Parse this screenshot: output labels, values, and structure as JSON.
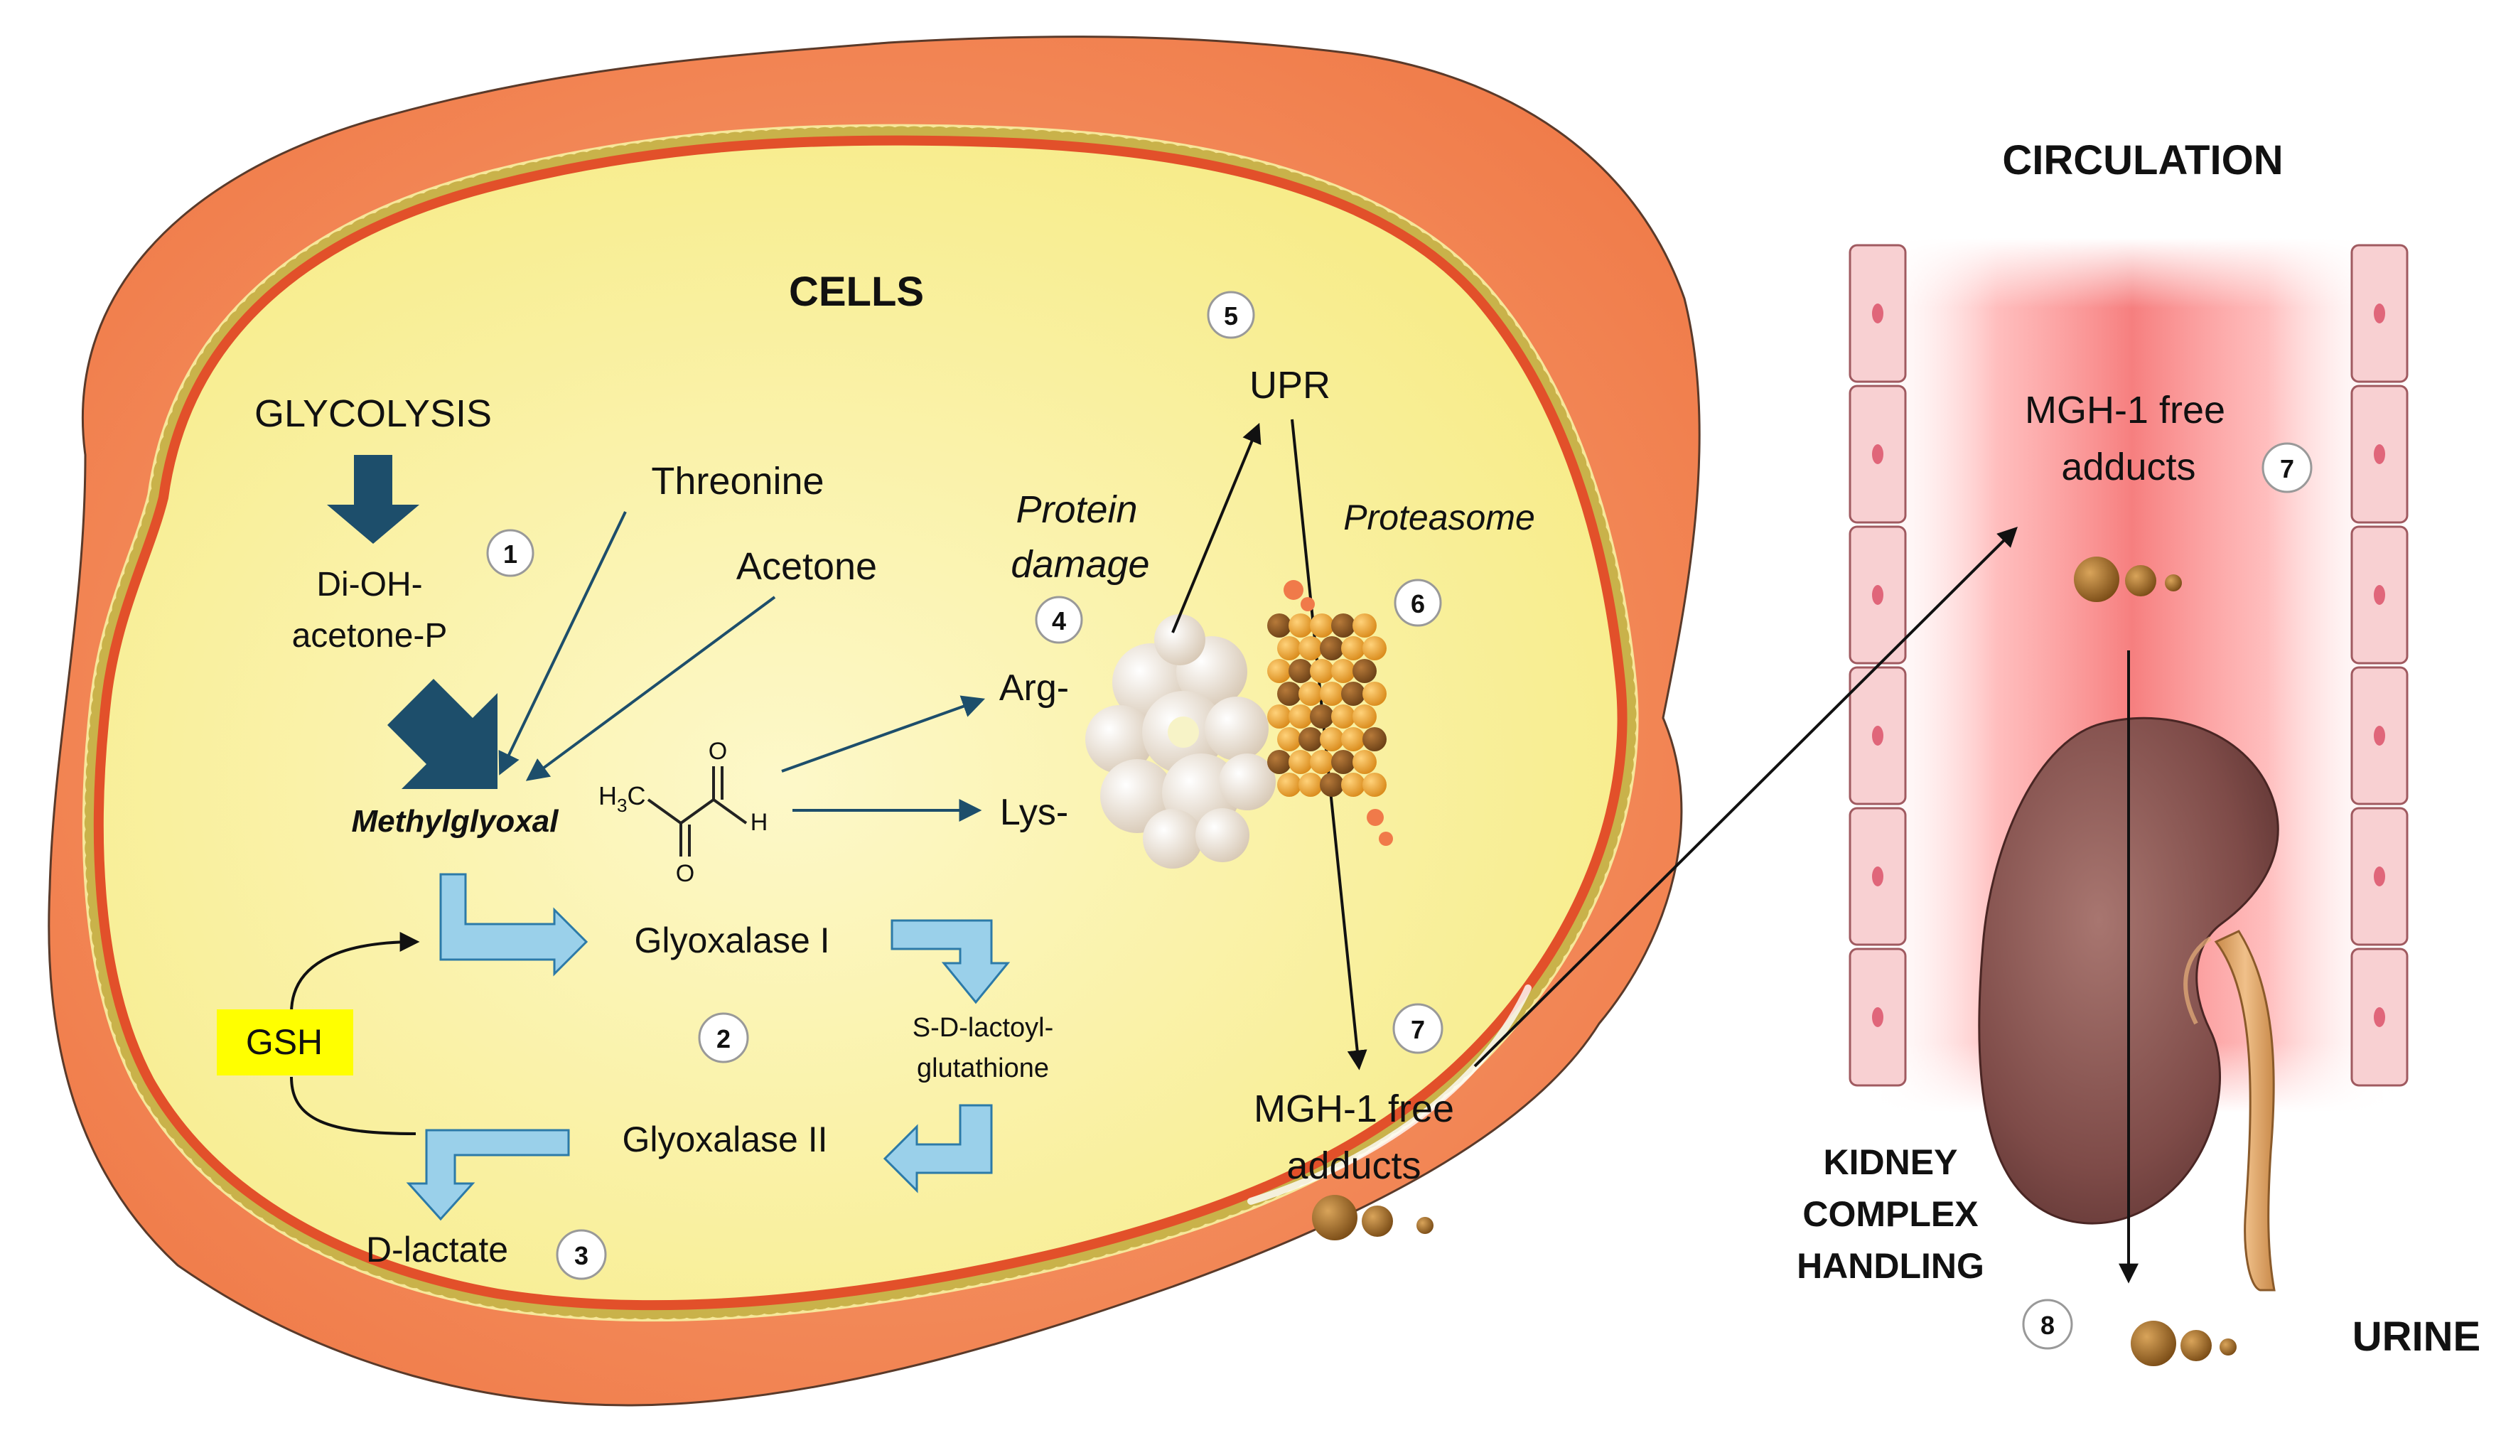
{
  "colors": {
    "outer_cell": "#f58a5a",
    "inner_cell": "#fbf3a4",
    "membrane_red": "#e2502a",
    "membrane_bead": "#f6e79a",
    "dark_arrow": "#1d4e6b",
    "light_arrow": "#9ad0ea",
    "gsh_highlight": "#ffff00",
    "blood_glow": "#f46a6a",
    "kidney": "#8d5a55",
    "adduct": "#9a6628",
    "proteasome_a": "#e59a28",
    "proteasome_b": "#8e5a22",
    "protein": "#efe6dc"
  },
  "headings": {
    "cells": "CELLS",
    "circulation": "CIRCULATION",
    "kidney": [
      "KIDNEY",
      "COMPLEX",
      "HANDLING"
    ],
    "urine": "URINE"
  },
  "labels": {
    "glycolysis": "GLYCOLYSIS",
    "dihap": [
      "Di-OH-",
      "acetone-P"
    ],
    "threonine": "Threonine",
    "acetone": "Acetone",
    "methylglyoxal": "Methylglyoxal",
    "protein_damage": [
      "Protein",
      "damage"
    ],
    "arg": "Arg-",
    "lys": "Lys-",
    "upr": "UPR",
    "proteasome": "Proteasome",
    "glyoxalase_1": "Glyoxalase I",
    "glyoxalase_2": "Glyoxalase  II",
    "lactoyl": [
      "S-D-lactoyl-",
      "glutathione"
    ],
    "gsh": "GSH",
    "d_lactate": "D-lactate",
    "mgh_cell": [
      "MGH-1 free",
      "adducts"
    ],
    "mgh_circ": [
      "MGH-1 free",
      "adducts"
    ]
  },
  "chem": {
    "h3c": "H",
    "h3c_sub": "3",
    "h3c_c": "C",
    "o_top": "O",
    "o_bottom": "O",
    "h": "H"
  },
  "badges": {
    "b1": "1",
    "b2": "2",
    "b3": "3",
    "b4": "4",
    "b5": "5",
    "b6": "6",
    "b7_cell": "7",
    "b7_circ": "7",
    "b8": "8"
  }
}
